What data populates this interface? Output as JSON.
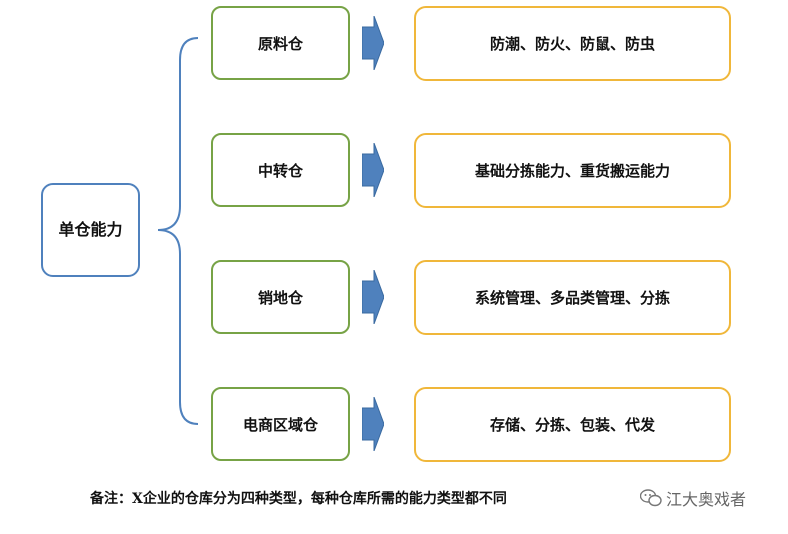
{
  "root": {
    "label": "单仓能力"
  },
  "rows": [
    {
      "warehouse": "原料仓",
      "capability": "防潮、防火、防鼠、防虫"
    },
    {
      "warehouse": "中转仓",
      "capability": "基础分拣能力、重货搬运能力"
    },
    {
      "warehouse": "销地仓",
      "capability": "系统管理、多品类管理、分拣"
    },
    {
      "warehouse": "电商区域仓",
      "capability": "存储、分拣、包装、代发"
    }
  ],
  "footnote": "备注：X企业的仓库分为四种类型，每种仓库所需的能力类型都不同",
  "watermark": {
    "text": "江大奥戏者",
    "icon": "wechat-icon"
  },
  "colors": {
    "root_border": "#4f81bd",
    "warehouse_border": "#77a346",
    "capability_border": "#f0b73a",
    "arrow_fill": "#4f81bd"
  }
}
